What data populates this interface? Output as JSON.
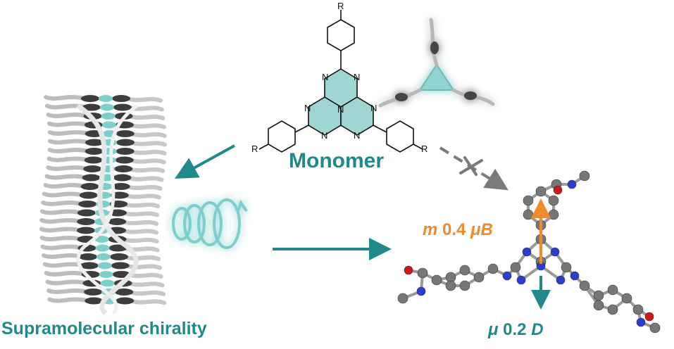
{
  "labels": {
    "monomer": "Monomer",
    "supramolecular": "Supramolecular chirality",
    "magnetic_symbol": "m",
    "magnetic_value": "0.4",
    "magnetic_unit": "μB",
    "dipole_symbol": "μ",
    "dipole_value": "0.2",
    "dipole_unit": "D"
  },
  "structure_atoms": {
    "n": "N",
    "r": "R"
  },
  "colors": {
    "teal": "#1f8a89",
    "orange": "#f08a2a",
    "grey_arrow": "#7a7a7a",
    "core_fill": "#9fd6d4"
  }
}
